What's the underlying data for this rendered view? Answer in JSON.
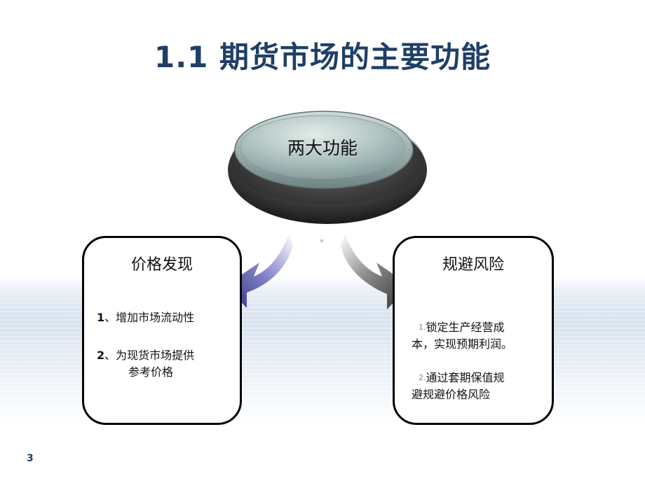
{
  "title": "1.1 期货市场的主要功能",
  "hub": {
    "label": "两大功能"
  },
  "left_box": {
    "heading": "价格发现",
    "items": [
      {
        "num": "1",
        "text": "、增加市场流动性",
        "cont": ""
      },
      {
        "num": "2",
        "text": "、为现货市场提供",
        "cont": "参考价格"
      }
    ]
  },
  "right_box": {
    "heading": "规避风险",
    "items": [
      {
        "num": "1.",
        "text": "锁定生产经营成",
        "cont": "本，实现预期利润。"
      },
      {
        "num": "2.",
        "text": "通过套期保值规",
        "cont": "避规避价格风险"
      }
    ]
  },
  "page_number": "3",
  "colors": {
    "title": "#1f3f66",
    "left_arrow": "#4a4aa0",
    "right_arrow": "#6a6a6a"
  }
}
